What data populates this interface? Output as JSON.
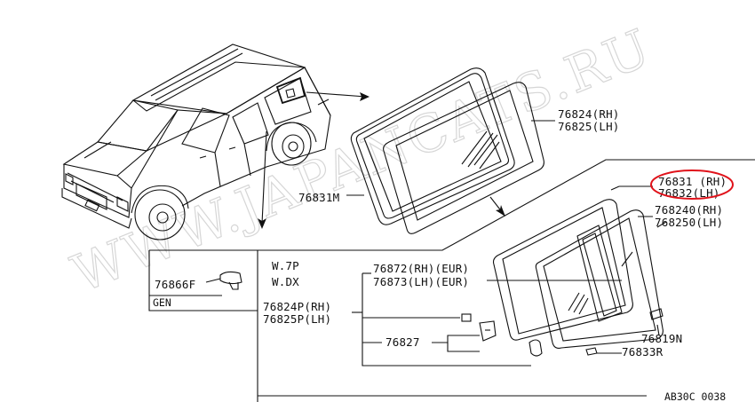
{
  "watermark": "WWW.JAPANCATS.RU",
  "parts": {
    "p76824_rh": "76824(RH)",
    "p76825_lh": "76825(LH)",
    "p76831m": "76831M",
    "p76831_rh": "76831 (RH)",
    "p76832_lh": "76832(LH)",
    "p76824q_rh": "768240(RH)",
    "p76825q_lh": "768250(LH)",
    "p76866f": "76866F",
    "gen": "GEN",
    "w7p": "W.7P",
    "wdx": "W.DX",
    "p76872": "76872(RH)(EUR)",
    "p76873": "76873(LH)(EUR)",
    "p76824p": "76824P(RH)",
    "p76825p": "76825P(LH)",
    "p76827": "76827",
    "p76819n": "76819N",
    "p76833r": "76833R",
    "code": "AB30C 0038"
  },
  "colors": {
    "line": "#111111",
    "highlight": "#e0121a",
    "watermark": "#d6d6d6"
  }
}
